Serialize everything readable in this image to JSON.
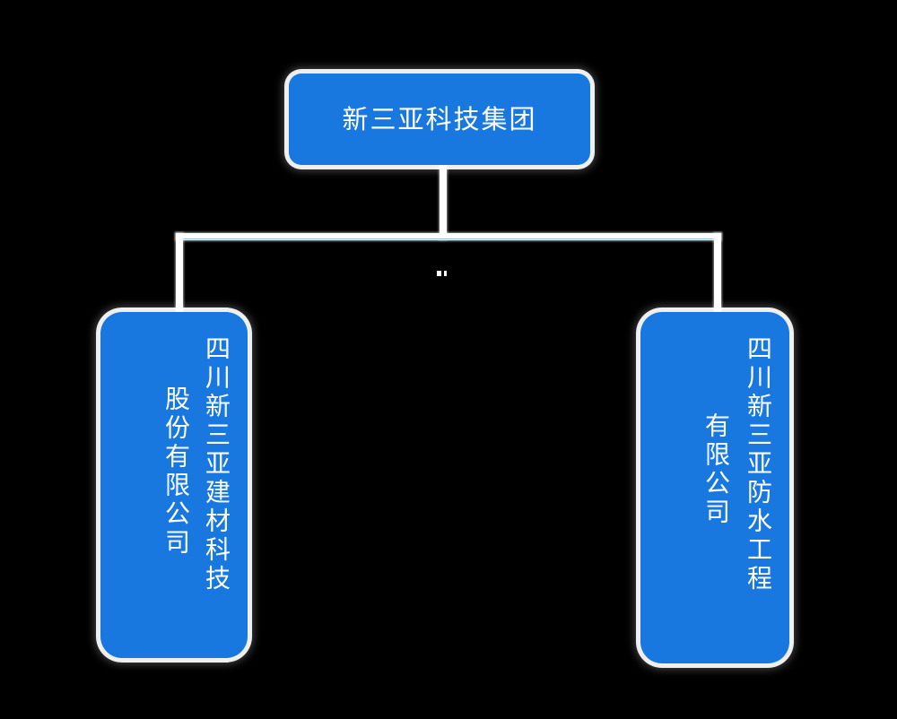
{
  "diagram": {
    "type": "organization-chart",
    "background_color": "#000000",
    "node_color": "#1878E0",
    "node_text_color": "#FFFFFF",
    "connector_color": "#FFFFFF",
    "root": {
      "label": "新三亚科技集团"
    },
    "children": [
      {
        "id": "child-left",
        "text_orientation": "vertical",
        "columns": [
          "四川新三亚建材科技",
          "股份有限公司"
        ],
        "full_label": "四川新三亚建材科技股份有限公司"
      },
      {
        "id": "child-right",
        "text_orientation": "vertical",
        "columns": [
          "四川新三亚防水工程",
          "有限公司"
        ],
        "full_label": "四川新三亚防水工程有限公司"
      }
    ]
  }
}
